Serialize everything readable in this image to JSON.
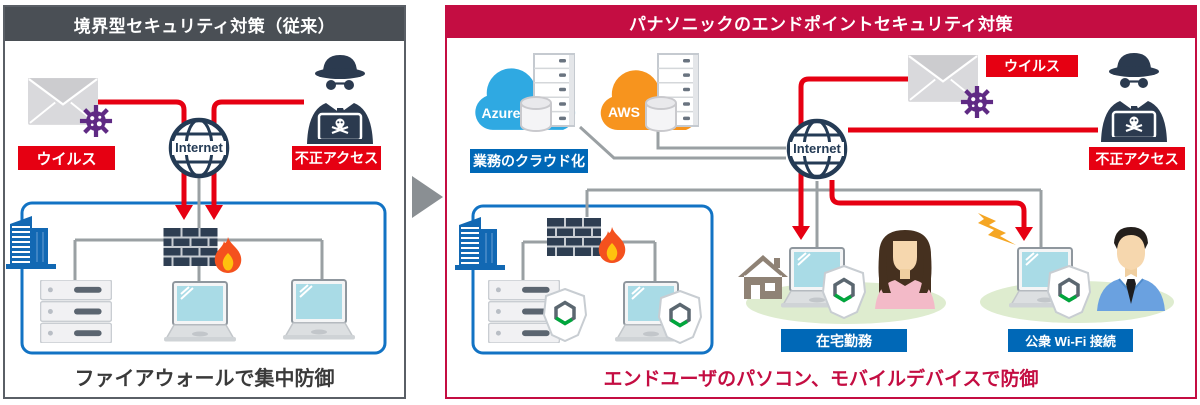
{
  "panels": {
    "left": {
      "title": "境界型セキュリティ対策（従来）",
      "caption": "ファイアウォールで集中防御",
      "virus_label": "ウイルス",
      "unauthorized_label": "不正アクセス",
      "internet_label": "Internet"
    },
    "right": {
      "title": "パナソニックのエンドポイントセキュリティ対策",
      "caption": "エンドユーザのパソコン、モバイルデバイスで防御",
      "cloud_label": "業務のクラウド化",
      "virus_label": "ウイルス",
      "unauthorized_label": "不正アクセス",
      "home_label": "在宅勤務",
      "wifi_label": "公衆 Wi-Fi 接続",
      "azure_label": "Azure",
      "aws_label": "AWS",
      "internet_label": "Internet"
    }
  },
  "colors": {
    "attack_red": "#e60012",
    "panel_crimson": "#c40d42",
    "header_gray": "#4a4f55",
    "label_blue": "#0068b7",
    "azure_blue": "#2fa9e2",
    "aws_orange": "#f7941e",
    "icon_navy": "#2b3a4f",
    "box_blue": "#1273c4",
    "security_green": "#00a73c",
    "virus_purple": "#5f2a84"
  }
}
